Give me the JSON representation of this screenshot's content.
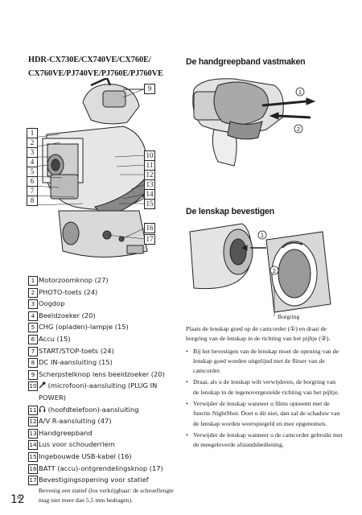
{
  "models": "HDR-CX730E/CX740VE/CX760E/ CX760VE/PJ740VE/PJ760E/PJ760VE",
  "grip_section": {
    "title": "De handgreepband vastmaken",
    "step_marks": [
      "1",
      "2"
    ]
  },
  "hood_section": {
    "title": "De lenskap bevestigen",
    "step_marks": [
      "1",
      "2"
    ],
    "figure_label": "Borgring",
    "intro": "Plaats de lenskap goed op de camcorder (①) en draai de borgring van de lenskap in de richting van het pijltje (②).",
    "bullets": [
      "Bij het bevestigen van de lenskap moet de opening van de lenskap goed worden uitgelijnd met de flitser van de camcorder.",
      "Draai, als u de lenskap wilt verwijderen, de borgring van de lenskap in de tegenovergestelde richting van het pijltje.",
      "Verwijder de lenskap wanneer u films opneemt met de functie NightShot. Doet u dit niet, dan zal de schaduw van de lenskap worden weerspiegeld en mee opgenomen.",
      "Verwijder de lenskap wanneer u de camcorder gebruikt met de meegeleverde afstandsbediening."
    ]
  },
  "camera_figure_callouts": [
    "1",
    "2",
    "3",
    "4",
    "5",
    "6",
    "7",
    "8",
    "9",
    "10",
    "11",
    "12",
    "13",
    "14",
    "15",
    "16",
    "17"
  ],
  "parts": [
    {
      "num": "1",
      "label": "Motorzoomknop (27)"
    },
    {
      "num": "2",
      "label": "PHOTO-toets (24)"
    },
    {
      "num": "3",
      "label": "Oogdop"
    },
    {
      "num": "4",
      "label": "Beeldzoeker (20)"
    },
    {
      "num": "5",
      "label": "CHG (opladen)-lampje (15)"
    },
    {
      "num": "6",
      "label": "Accu (15)"
    },
    {
      "num": "7",
      "label": "START/STOP-toets (24)"
    },
    {
      "num": "8",
      "label": "DC IN-aansluiting (15)"
    },
    {
      "num": "9",
      "label": "Scherpstelknop lens beeldzoeker (20)"
    },
    {
      "num": "10",
      "label": "(microfoon)-aansluiting (PLUG IN POWER)"
    },
    {
      "num": "11",
      "label": "(hoofdtelefoon)-aansluiting"
    },
    {
      "num": "12",
      "label": "A/V R-aansluiting (47)"
    },
    {
      "num": "13",
      "label": "Handgreepband"
    },
    {
      "num": "14",
      "label": "Lus voor schouderriem"
    },
    {
      "num": "15",
      "label": "Ingebouwde USB-kabel (16)"
    },
    {
      "num": "16",
      "label": "BATT (accu)-ontgrendelingsknop (17)"
    },
    {
      "num": "17",
      "label": "Bevestigingsopening voor statief",
      "note": "Bevestig een statief (los verkrijgbaar: de schroeflengte mag niet meer dan 5,5 mm bedragen)."
    }
  ],
  "icons": {
    "mic": "microphone-icon",
    "headphones": "headphones-icon"
  },
  "footer": {
    "lang": "NL",
    "page": "12"
  }
}
